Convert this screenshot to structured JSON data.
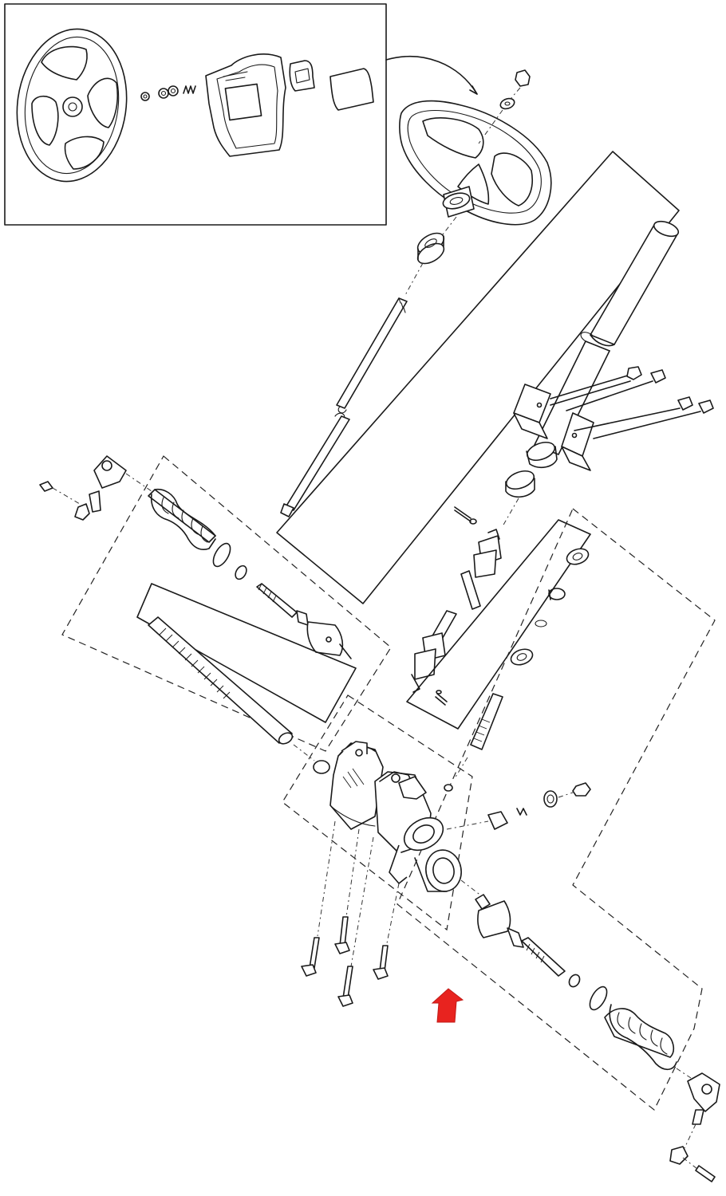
{
  "diagram": {
    "colors": {
      "line": "#1a1a1a",
      "background": "#ffffff",
      "indicator_arrow": "#e8231f"
    },
    "parts": [
      "steering-wheel-detail-inset",
      "steering-wheel",
      "steering-column-tube",
      "steering-shaft",
      "column-mounting-bracket",
      "universal-joint-intermediate-shaft",
      "rack-and-pinion-housing",
      "rack-bar",
      "pinion-gear",
      "inner-tie-rod-left",
      "inner-tie-rod-right",
      "rack-boot-left",
      "rack-boot-right",
      "outer-tie-rod-end-left",
      "outer-tie-rod-end-right",
      "housing-mounting-bolts",
      "front-direction-arrow"
    ],
    "icons": [
      "red-up-arrow-icon"
    ]
  }
}
